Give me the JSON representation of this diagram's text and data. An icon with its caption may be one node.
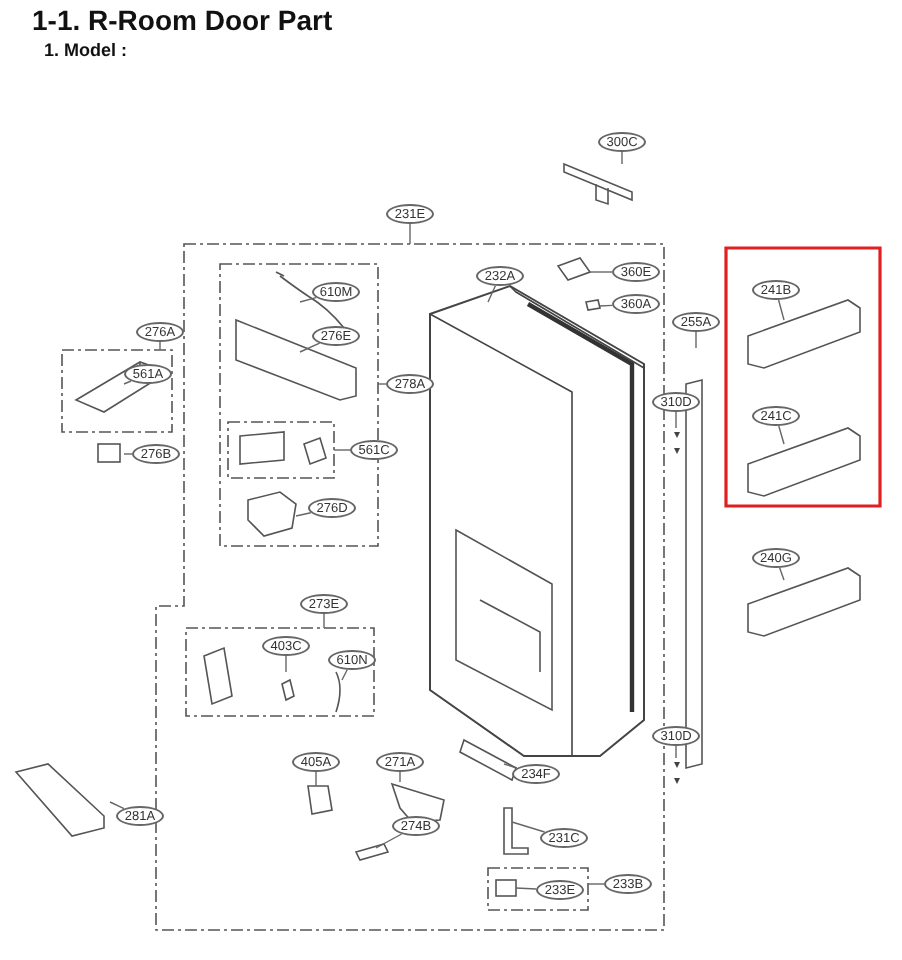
{
  "diagram": {
    "title": "1-1. R-Room Door Part",
    "nodes": [
      {
        "text": [
          "300C"
        ]
      },
      {
        "text": [],
        "shape": "box"
      },
      {
        "text": [
          "231E"
        ]
      },
      {
        "text": [],
        "shape": "box"
      },
      {
        "text": [
          "276A"
        ]
      },
      {
        "text": [
          "561A"
        ],
        "in": 3
      },
      {
        "text": [
          "276B"
        ]
      },
      {
        "text": [],
        "shape": "box",
        "in": 1
      },
      {
        "text": [
          "278A"
        ],
        "in": 1
      },
      {
        "text": [
          "610M"
        ],
        "in": 7
      },
      {
        "text": [
          "276E"
        ],
        "in": 7
      },
      {
        "text": [],
        "shape": "box",
        "in": 7
      },
      {
        "text": [
          "561C"
        ],
        "in": 7
      },
      {
        "text": [
          "276D"
        ],
        "in": 7
      },
      {
        "text": [
          "232A"
        ],
        "in": 1
      },
      {
        "text": [
          "360E"
        ],
        "in": 1
      },
      {
        "text": [
          "360A"
        ],
        "in": 1
      },
      {
        "text": [
          "310D"
        ]
      },
      {
        "text": [
          "255A"
        ]
      },
      {
        "text": [],
        "shape": "box"
      },
      {
        "text": [
          "241B"
        ],
        "in": 19
      },
      {
        "text": [
          "241C"
        ],
        "in": 19
      },
      {
        "text": [
          "240G"
        ]
      },
      {
        "text": [],
        "shape": "box",
        "in": 1
      },
      {
        "text": [
          "273E"
        ],
        "in": 1
      },
      {
        "text": [
          "403C"
        ],
        "in": 23
      },
      {
        "text": [
          "610N"
        ],
        "in": 23
      },
      {
        "text": [
          "281A"
        ]
      },
      {
        "text": [
          "405A"
        ],
        "in": 1
      },
      {
        "text": [
          "271A"
        ],
        "in": 1
      },
      {
        "text": [
          "274B"
        ],
        "in": 1
      },
      {
        "text": [
          "234F"
        ],
        "in": 1
      },
      {
        "text": [
          "310D"
        ]
      },
      {
        "text": [
          "231C"
        ],
        "in": 1
      },
      {
        "text": [],
        "shape": "box",
        "in": 1
      },
      {
        "text": [
          "233E"
        ],
        "in": 34
      },
      {
        "text": [
          "233B"
        ],
        "in": 1
      }
    ],
    "edges": [
      {
        "from": 0,
        "to": null,
        "arrow": "none"
      },
      {
        "from": 2,
        "to": 1,
        "arrow": "none"
      },
      {
        "from": 4,
        "to": 3,
        "arrow": "none"
      },
      {
        "from": 5,
        "to": null,
        "arrow": "none"
      },
      {
        "from": 6,
        "to": null,
        "arrow": "none"
      },
      {
        "from": 8,
        "to": 7,
        "arrow": "none"
      },
      {
        "from": 9,
        "to": null,
        "arrow": "none"
      },
      {
        "from": 10,
        "to": null,
        "arrow": "none"
      },
      {
        "from": 12,
        "to": 11,
        "arrow": "none"
      },
      {
        "from": 13,
        "to": null,
        "arrow": "none"
      },
      {
        "from": 14,
        "to": null,
        "arrow": "none"
      },
      {
        "from": 15,
        "to": null,
        "arrow": "none"
      },
      {
        "from": 16,
        "to": null,
        "arrow": "none"
      },
      {
        "from": 17,
        "to": null,
        "arrow": "none"
      },
      {
        "from": 18,
        "to": null,
        "arrow": "none"
      },
      {
        "from": 20,
        "to": null,
        "arrow": "none"
      },
      {
        "from": 21,
        "to": null,
        "arrow": "none"
      },
      {
        "from": 22,
        "to": null,
        "arrow": "none"
      },
      {
        "from": 24,
        "to": 23,
        "arrow": "none"
      },
      {
        "from": 25,
        "to": null,
        "arrow": "none"
      },
      {
        "from": 26,
        "to": null,
        "arrow": "none"
      },
      {
        "from": 27,
        "to": null,
        "arrow": "none"
      },
      {
        "from": 28,
        "to": null,
        "arrow": "none"
      },
      {
        "from": 29,
        "to": null,
        "arrow": "none"
      },
      {
        "from": 30,
        "to": null,
        "arrow": "none"
      },
      {
        "from": 31,
        "to": null,
        "arrow": "none"
      },
      {
        "from": 32,
        "to": null,
        "arrow": "none"
      },
      {
        "from": 33,
        "to": null,
        "arrow": "none"
      },
      {
        "from": 35,
        "to": null,
        "arrow": "none"
      },
      {
        "from": 36,
        "to": 34,
        "arrow": "none"
      }
    ],
    "labels": [
      "1. Model :"
    ]
  }
}
